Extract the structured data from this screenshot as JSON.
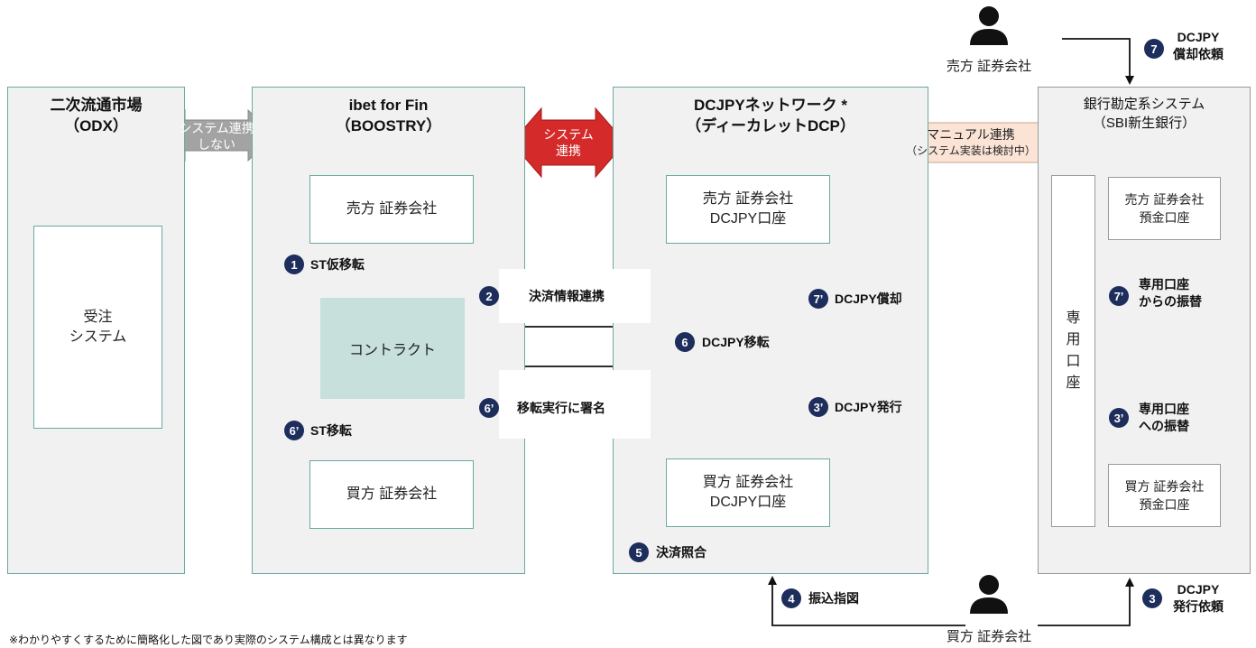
{
  "panels": {
    "odx": {
      "title_line1": "二次流通市場",
      "title_line2": "（ODX）",
      "box": {
        "line1": "受注",
        "line2": "システム"
      }
    },
    "ibet": {
      "title_line1": "ibet for Fin",
      "title_line2": "（BOOSTRY）",
      "seller_box": "売方 証券会社",
      "contract": "コントラクト",
      "buyer_box": "買方 証券会社"
    },
    "dcjpy": {
      "title_line1": "DCJPYネットワーク *",
      "title_line2": "（ディーカレットDCP）",
      "seller_box": {
        "line1": "売方 証券会社",
        "line2": "DCJPY口座"
      },
      "buyer_box": {
        "line1": "買方 証券会社",
        "line2": "DCJPY口座"
      }
    },
    "bank": {
      "title_line1": "銀行勘定系システム",
      "title_line2": "（SBI新生銀行）",
      "special_account": [
        "専",
        "用",
        "口",
        "座"
      ],
      "seller_box": {
        "line1": "売方 証券会社",
        "line2": "預金口座"
      },
      "buyer_box": {
        "line1": "買方 証券会社",
        "line2": "預金口座"
      }
    }
  },
  "connectors": {
    "odx_ibet": {
      "line1": "システム連携",
      "line2": "しない"
    },
    "ibet_dcjpy": {
      "line1": "システム",
      "line2": "連携"
    },
    "dcjpy_bank": {
      "line1": "マニュアル連携",
      "line2": "（システム実装は検討中）"
    }
  },
  "steps": {
    "s1": {
      "badge": "1",
      "label": "ST仮移転"
    },
    "s2": {
      "badge": "2",
      "label": "決済情報連携"
    },
    "s3": {
      "badge": "3",
      "label_line1": "DCJPY",
      "label_line2": "発行依頼"
    },
    "s3p": {
      "badge": "3’",
      "label": "DCJPY発行"
    },
    "s3p_bank": {
      "badge": "3’",
      "label_line1": "専用口座",
      "label_line2": "への振替"
    },
    "s4": {
      "badge": "4",
      "label": "振込指図"
    },
    "s5": {
      "badge": "5",
      "label": "決済照合"
    },
    "s6": {
      "badge": "6",
      "label": "DCJPY移転"
    },
    "s6p": {
      "badge": "6’",
      "label": "移転実行に署名"
    },
    "s6p_st": {
      "badge": "6’",
      "label": "ST移転"
    },
    "s7": {
      "badge": "7",
      "label_line1": "DCJPY",
      "label_line2": "償却依頼"
    },
    "s7p": {
      "badge": "7’",
      "label": "DCJPY償却"
    },
    "s7p_bank": {
      "badge": "7’",
      "label_line1": "専用口座",
      "label_line2": "からの振替"
    }
  },
  "people": {
    "seller": "売方 証券会社",
    "buyer": "買方 証券会社"
  },
  "footnote": "※わかりやすくするために簡略化した図であり実際のシステム構成とは異なります",
  "colors": {
    "teal_border": "#6aa9a3",
    "contract_fill": "#c7e0dc",
    "badge": "#1d2e5c",
    "system_link_red": "#d42a2a",
    "no_link_gray": "#a3a3a3",
    "manual_link_peach": "#fbe4d5",
    "coin_gold": "#d9b347",
    "coin_silver": "#8a8a8a"
  }
}
